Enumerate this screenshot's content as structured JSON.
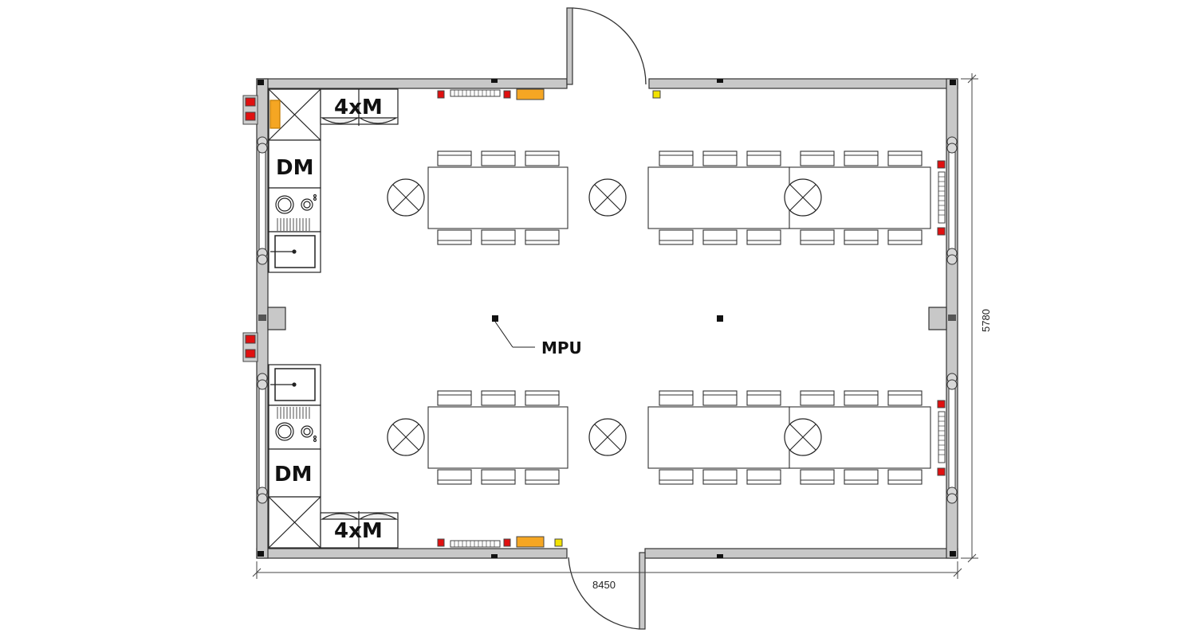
{
  "labels": {
    "fridge": "4xM",
    "dishwasher": "DM",
    "mpu": "MPU"
  },
  "dimensions": {
    "width": "8450",
    "height": "5780"
  },
  "colors": {
    "wall_fill": "#c8c8c8",
    "wall_stroke": "#333333",
    "red_device": "#e01010",
    "orange_device": "#f5a623",
    "yellow_device": "#f2e200"
  }
}
